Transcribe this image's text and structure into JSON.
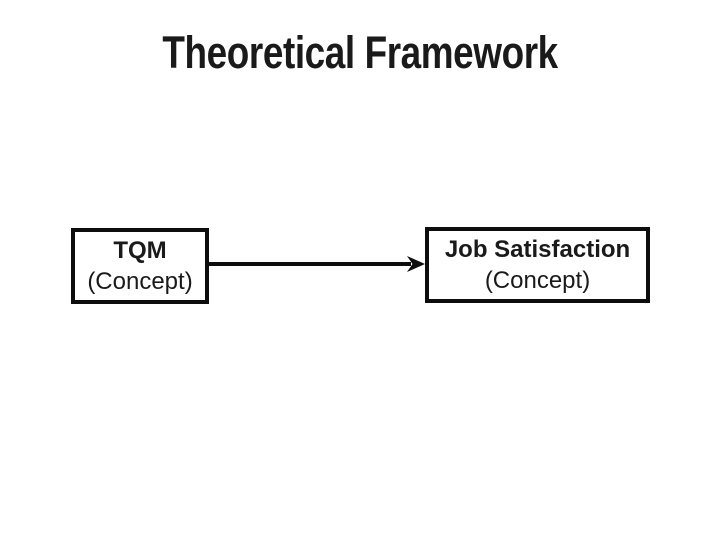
{
  "slide": {
    "title": "Theoretical Framework",
    "background_color": "#ffffff",
    "text_color": "#1a1a1a"
  },
  "diagram": {
    "box_border_color": "#0d0d0d",
    "arrow": {
      "color": "#0d0d0d",
      "direction": "left-to-right"
    },
    "boxes": [
      {
        "id": "tqm",
        "label": "TQM",
        "sublabel": "(Concept)"
      },
      {
        "id": "job-satisfaction",
        "label": "Job Satisfaction",
        "sublabel": "(Concept)"
      }
    ]
  }
}
